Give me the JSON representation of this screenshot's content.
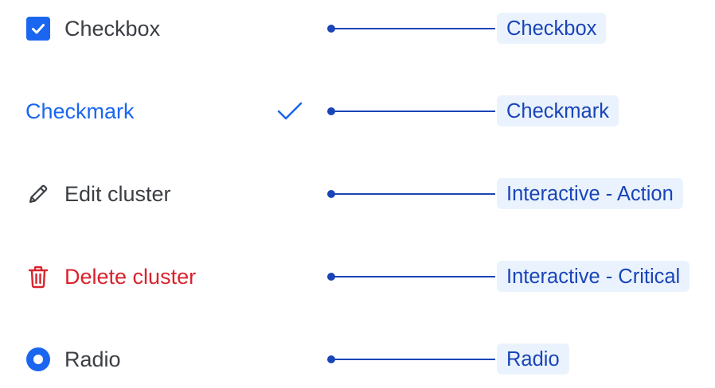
{
  "colors": {
    "blue": "#1a66f0",
    "critical": "#d9232c",
    "text": "#3b3f44",
    "connector": "#1a44b8",
    "tag_bg": "#eaf3fd"
  },
  "rows": [
    {
      "icon": "checkbox-checked-icon",
      "label": "Checkbox",
      "tag": "Checkbox"
    },
    {
      "icon": "checkmark-icon",
      "label": "Checkmark",
      "tag": "Checkmark"
    },
    {
      "icon": "pencil-icon",
      "label": "Edit cluster",
      "tag": "Interactive - Action"
    },
    {
      "icon": "trash-icon",
      "label": "Delete cluster",
      "tag": "Interactive - Critical"
    },
    {
      "icon": "radio-selected-icon",
      "label": "Radio",
      "tag": "Radio"
    }
  ]
}
